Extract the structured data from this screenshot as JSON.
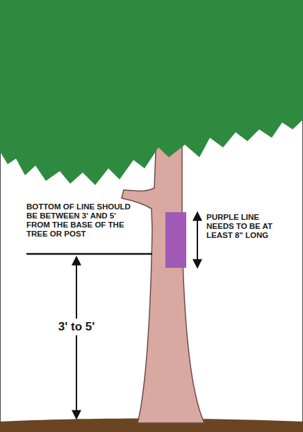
{
  "diagram": {
    "labels": [
      "BOTTOM OF LINE SHOULD BE BETWEEN 3' AND 5' FROM THE BASE OF THE TREE OR POST",
      "PURPLE LINE NEEDS TO BE AT LEAST 8\" LONG",
      "3' to 5'"
    ]
  }
}
